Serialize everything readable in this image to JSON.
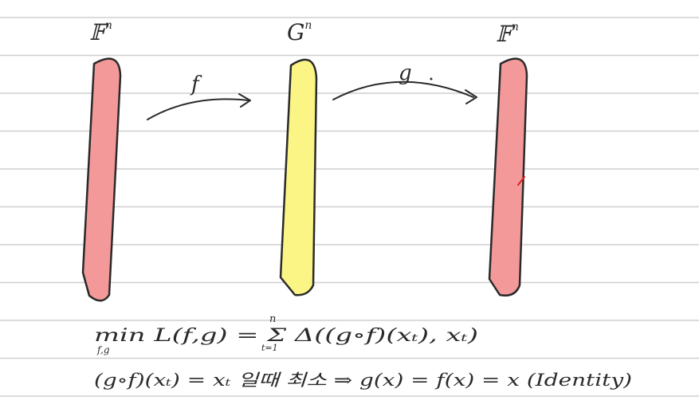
{
  "columns": [
    {
      "label": "𝔽",
      "sup": "n",
      "color": "#f4999a"
    },
    {
      "label": "G",
      "sup": "n",
      "color": "#fbf586"
    },
    {
      "label": "𝔽",
      "sup": "n",
      "color": "#f4999a"
    }
  ],
  "arrows": [
    {
      "label": "f"
    },
    {
      "label": "g"
    }
  ],
  "formula": {
    "line1": "min L(f,g) = Σ Δ((g∘f)(xₜ), xₜ)",
    "line1_min_sub": "f,g",
    "line1_sum_lower": "t=1",
    "line1_sum_upper": "n",
    "line2": "(g∘f)(xₜ) = xₜ 일때 최소 ⇒ g(x) = f(x) = x (Identity)"
  },
  "colors": {
    "rule": "#cfcfd4",
    "ink": "#2a2a2a",
    "pink": "#f4999a",
    "yellow": "#fbf586",
    "accent_mark": "#e0201c"
  }
}
